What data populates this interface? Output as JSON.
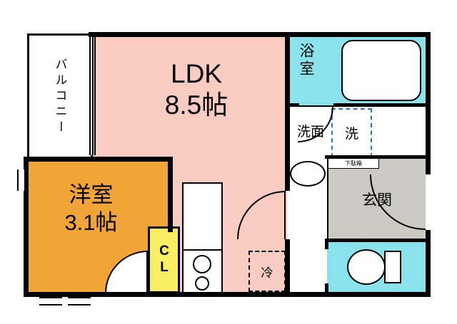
{
  "rooms": {
    "balcony": {
      "label": "バルコニー"
    },
    "ldk": {
      "label": "LDK",
      "size": "8.5帖"
    },
    "western_room": {
      "label": "洋室",
      "size": "3.1帖"
    },
    "closet": {
      "label": "CL"
    },
    "bathroom": {
      "label": "浴室"
    },
    "washroom": {
      "label": "洗面"
    },
    "washing_machine": {
      "label": "洗"
    },
    "entrance": {
      "label": "玄関"
    },
    "shoe_cabinet": {
      "label": "下駄箱"
    },
    "refrigerator": {
      "label": "冷"
    }
  },
  "colors": {
    "ldk_fill": "#F9CCC1",
    "western_room_fill": "#F2A537",
    "closet_fill": "#F9ED64",
    "bathroom_fill": "#8AE3EC",
    "toilet_fill": "#8AE3EC",
    "entrance_fill": "#CBCBC3",
    "wall": "#000000",
    "washer_dash": "#2E75B6"
  }
}
